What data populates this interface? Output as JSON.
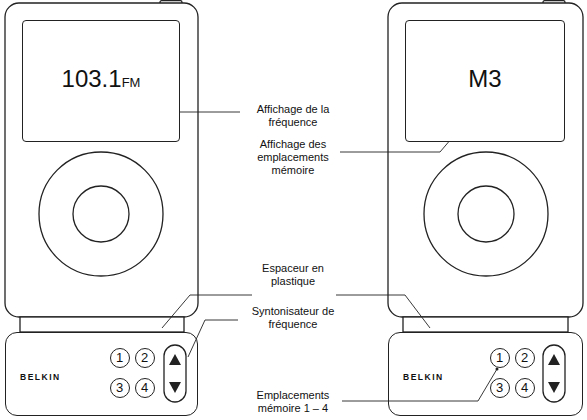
{
  "diagram": {
    "nodes": [
      {
        "text": [
          "103.1",
          "FM"
        ]
      },
      {
        "text": [
          "M3"
        ]
      },
      {
        "text": [
          "BELKIN"
        ]
      },
      {
        "text": [
          "1"
        ],
        "in": 2
      },
      {
        "text": [
          "2"
        ],
        "in": 2
      },
      {
        "text": [
          "3"
        ],
        "in": 2
      },
      {
        "text": [
          "4"
        ],
        "in": 2
      },
      {
        "text": [
          "BELKIN"
        ]
      },
      {
        "text": [
          "1"
        ],
        "in": 7
      },
      {
        "text": [
          "2"
        ],
        "in": 7
      },
      {
        "text": [
          "3"
        ],
        "in": 7
      },
      {
        "text": [
          "4"
        ],
        "in": 7
      }
    ],
    "labels": [
      "Affichage de la fréquence",
      "Affichage des emplacements mémoire",
      "Espaceur en plastique",
      "Syntonisateur de fréquence",
      "Emplacements mémoire 1 – 4"
    ]
  }
}
